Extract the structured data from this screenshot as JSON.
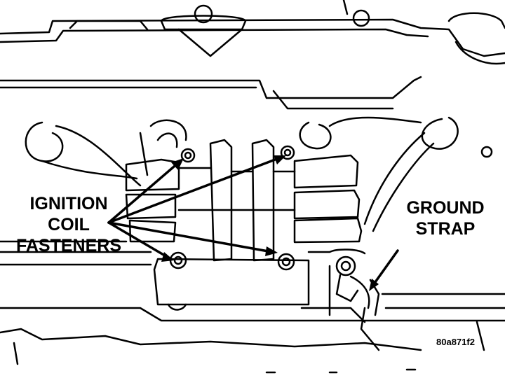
{
  "labels": {
    "ignition": [
      "IGNITION",
      "COIL",
      "FASTENERS"
    ],
    "ground": [
      "GROUND",
      "STRAP"
    ]
  },
  "figure_id": "80a871f2",
  "colors": {
    "ink": "#000000",
    "paper": "#ffffff"
  }
}
